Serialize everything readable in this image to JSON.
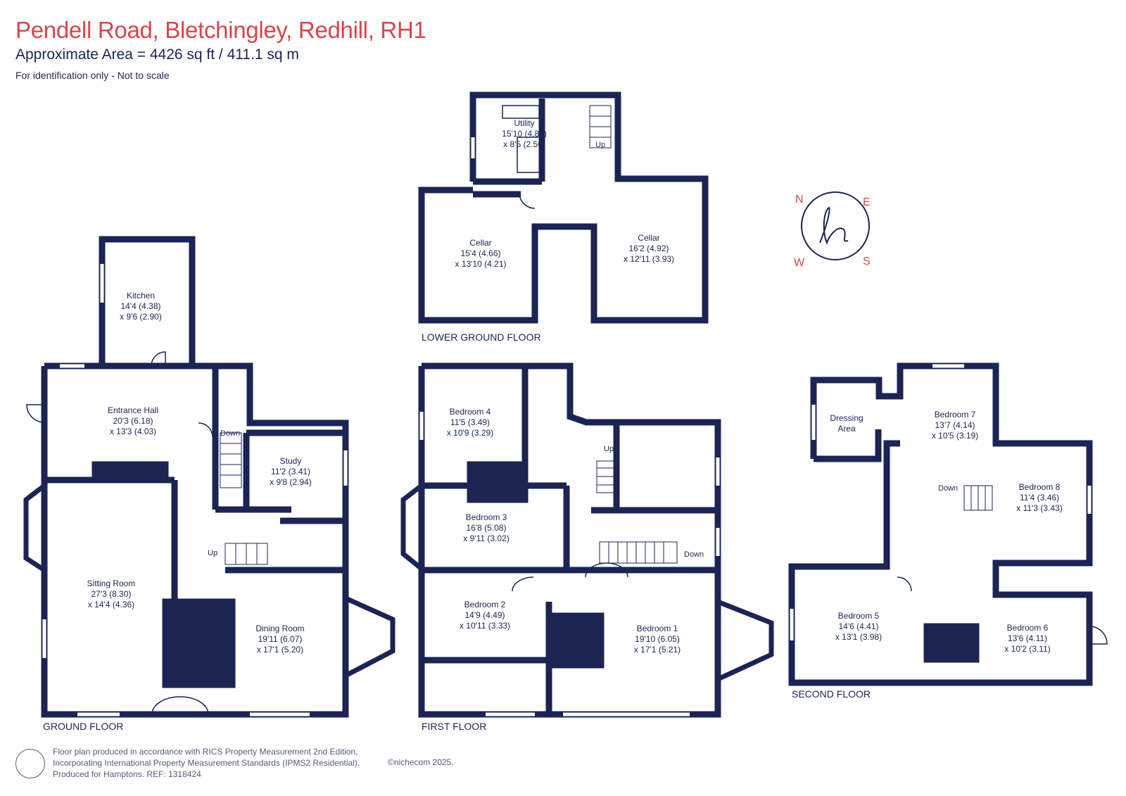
{
  "header": {
    "title": "Pendell Road, Bletchingley, Redhill, RH1",
    "area": "Approximate Area = 4426 sq ft / 411.1 sq m",
    "identification": "For identification only - Not to scale"
  },
  "floors": {
    "lower_ground": "LOWER GROUND FLOOR",
    "ground": "GROUND FLOOR",
    "first": "FIRST FLOOR",
    "second": "SECOND FLOOR"
  },
  "rooms": {
    "utility": {
      "name": "Utility",
      "dim1": "15'10 (4.84)",
      "dim2": "x 8'5 (2.56)"
    },
    "cellar_left": {
      "name": "Cellar",
      "dim1": "15'4 (4.66)",
      "dim2": "x 13'10 (4.21)"
    },
    "cellar_right": {
      "name": "Cellar",
      "dim1": "16'2 (4.92)",
      "dim2": "x 12'11 (3.93)"
    },
    "kitchen": {
      "name": "Kitchen",
      "dim1": "14'4 (4.38)",
      "dim2": "x 9'6 (2.90)"
    },
    "entrance_hall": {
      "name": "Entrance Hall",
      "dim1": "20'3 (6.18)",
      "dim2": "x 13'3 (4.03)"
    },
    "study": {
      "name": "Study",
      "dim1": "11'2 (3.41)",
      "dim2": "x 9'8 (2.94)"
    },
    "sitting_room": {
      "name": "Sitting Room",
      "dim1": "27'3 (8.30)",
      "dim2": "x 14'4 (4.36)"
    },
    "dining_room": {
      "name": "Dining Room",
      "dim1": "19'11 (6.07)",
      "dim2": "x 17'1 (5.20)"
    },
    "bedroom4": {
      "name": "Bedroom 4",
      "dim1": "11'5 (3.49)",
      "dim2": "x 10'9 (3.29)"
    },
    "bedroom3": {
      "name": "Bedroom 3",
      "dim1": "16'8 (5.08)",
      "dim2": "x 9'11 (3.02)"
    },
    "bedroom2": {
      "name": "Bedroom 2",
      "dim1": "14'9 (4.49)",
      "dim2": "x 10'11 (3.33)"
    },
    "bedroom1": {
      "name": "Bedroom 1",
      "dim1": "19'10 (6.05)",
      "dim2": "x 17'1 (5.21)"
    },
    "dressing": {
      "name": "Dressing",
      "dim1": "Area"
    },
    "bedroom7": {
      "name": "Bedroom 7",
      "dim1": "13'7 (4.14)",
      "dim2": "x 10'5 (3.19)"
    },
    "bedroom8": {
      "name": "Bedroom 8",
      "dim1": "11'4 (3.46)",
      "dim2": "x 11'3 (3.43)"
    },
    "bedroom5": {
      "name": "Bedroom 5",
      "dim1": "14'6 (4.41)",
      "dim2": "x 13'1 (3.98)"
    },
    "bedroom6": {
      "name": "Bedroom 6",
      "dim1": "13'6 (4.11)",
      "dim2": "x 10'2 (3.11)"
    }
  },
  "stairs": {
    "up": "Up",
    "down": "Down"
  },
  "compass": {
    "n": "N",
    "e": "E",
    "s": "S",
    "w": "W"
  },
  "footer": {
    "line1": "Floor plan produced in accordance with RICS Property Measurement 2nd Edition,",
    "line2": "Incorporating International Property Measurement Standards (IPMS2 Residential).",
    "line3": "Produced for Hamptons.  REF:  1318424",
    "copyright": "©nichecom 2025."
  },
  "colors": {
    "wall": "#1b2452",
    "accent": "#d9454a",
    "window": "#ffffff"
  }
}
